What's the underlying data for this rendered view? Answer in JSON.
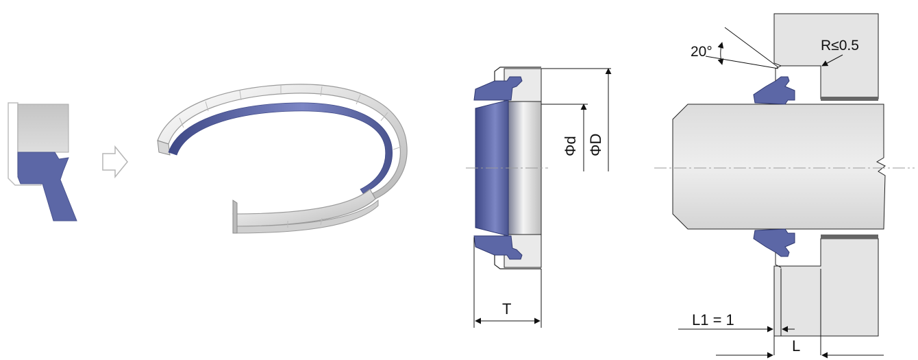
{
  "labels": {
    "diameter_inner": "Φd",
    "diameter_outer": "ΦD",
    "width": "T",
    "angle": "20°",
    "radius": "R≤0.5",
    "offset": "L1 = 1",
    "length": "L"
  },
  "colors": {
    "seal_blue": "#5c67a6",
    "seal_blue_dark": "#3e4886",
    "metal_light": "#e6e6e6",
    "metal_mid": "#c9c9c9",
    "metal_dark": "#8c8c8c",
    "line": "#111111",
    "centerline": "#9a9a9a"
  },
  "icons": {
    "arrow": "hollow-right-arrow-icon"
  }
}
